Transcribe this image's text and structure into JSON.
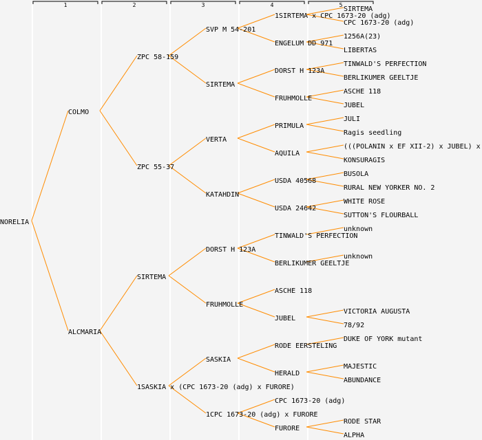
{
  "colors": {
    "background": "#f4f4f4",
    "link": "#ff8c00",
    "text": "#000000",
    "separator": "#ffffff"
  },
  "generation_headers": [
    "1",
    "2",
    "3",
    "4",
    "5"
  ],
  "pedigree": {
    "name": "NORELIA",
    "parents": [
      {
        "name": "COLMO",
        "parents": [
          {
            "name": "ZPC 58-159",
            "parents": [
              {
                "name": "SVP M 54-201",
                "parents": [
                  {
                    "name": "1SIRTEMA x CPC 1673-20 (adg)",
                    "parents": [
                      {
                        "name": "SIRTEMA"
                      },
                      {
                        "name": "CPC 1673-20 (adg)"
                      }
                    ]
                  },
                  {
                    "name": "ENGELUM DD 971",
                    "parents": [
                      {
                        "name": "1256A(23)"
                      },
                      {
                        "name": "LIBERTAS"
                      }
                    ]
                  }
                ]
              },
              {
                "name": "SIRTEMA",
                "parents": [
                  {
                    "name": "DORST H 123A",
                    "parents": [
                      {
                        "name": "TINWALD'S PERFECTION"
                      },
                      {
                        "name": "BERLIKUMER GEELTJE"
                      }
                    ]
                  },
                  {
                    "name": "FRUHMOLLE",
                    "parents": [
                      {
                        "name": "ASCHE 118"
                      },
                      {
                        "name": "JUBEL"
                      }
                    ]
                  }
                ]
              }
            ]
          },
          {
            "name": "ZPC 55-37",
            "parents": [
              {
                "name": "VERTA",
                "parents": [
                  {
                    "name": "PRIMULA",
                    "parents": [
                      {
                        "name": "JULI"
                      },
                      {
                        "name": "Ragis seedling"
                      }
                    ]
                  },
                  {
                    "name": "AQUILA",
                    "parents": [
                      {
                        "name": "(((POLANIN x EF XII-2) x JUBEL) x"
                      },
                      {
                        "name": "KONSURAGIS"
                      }
                    ]
                  }
                ]
              },
              {
                "name": "KATAHDIN",
                "parents": [
                  {
                    "name": "USDA 40568",
                    "parents": [
                      {
                        "name": "BUSOLA"
                      },
                      {
                        "name": "RURAL NEW YORKER NO. 2"
                      }
                    ]
                  },
                  {
                    "name": "USDA 24642",
                    "parents": [
                      {
                        "name": "WHITE ROSE"
                      },
                      {
                        "name": "SUTTON'S FLOURBALL"
                      }
                    ]
                  }
                ]
              }
            ]
          }
        ]
      },
      {
        "name": "ALCMARIA",
        "parents": [
          {
            "name": "SIRTEMA",
            "parents": [
              {
                "name": "DORST H 123A",
                "parents": [
                  {
                    "name": "TINWALD'S PERFECTION",
                    "parents": [
                      {
                        "name": "unknown"
                      },
                      null
                    ]
                  },
                  {
                    "name": "BERLIKUMER GEELTJE",
                    "parents": [
                      {
                        "name": "unknown"
                      },
                      null
                    ]
                  }
                ]
              },
              {
                "name": "FRUHMOLLE",
                "parents": [
                  {
                    "name": "ASCHE 118"
                  },
                  {
                    "name": "JUBEL",
                    "parents": [
                      {
                        "name": "VICTORIA AUGUSTA"
                      },
                      {
                        "name": "78/92"
                      }
                    ]
                  }
                ]
              }
            ]
          },
          {
            "name": "1SASKIA x (CPC 1673-20 (adg) x FURORE)",
            "parents": [
              {
                "name": "SASKIA",
                "parents": [
                  {
                    "name": "RODE EERSTELING",
                    "parents": [
                      {
                        "name": "DUKE OF YORK mutant"
                      },
                      null
                    ]
                  },
                  {
                    "name": "HERALD",
                    "parents": [
                      {
                        "name": "MAJESTIC"
                      },
                      {
                        "name": "ABUNDANCE"
                      }
                    ]
                  }
                ]
              },
              {
                "name": "1CPC 1673-20 (adg) x FURORE",
                "parents": [
                  {
                    "name": "CPC 1673-20 (adg)"
                  },
                  {
                    "name": "FURORE",
                    "parents": [
                      {
                        "name": "RODE STAR"
                      },
                      {
                        "name": "ALPHA"
                      }
                    ]
                  }
                ]
              }
            ]
          }
        ]
      }
    ]
  }
}
